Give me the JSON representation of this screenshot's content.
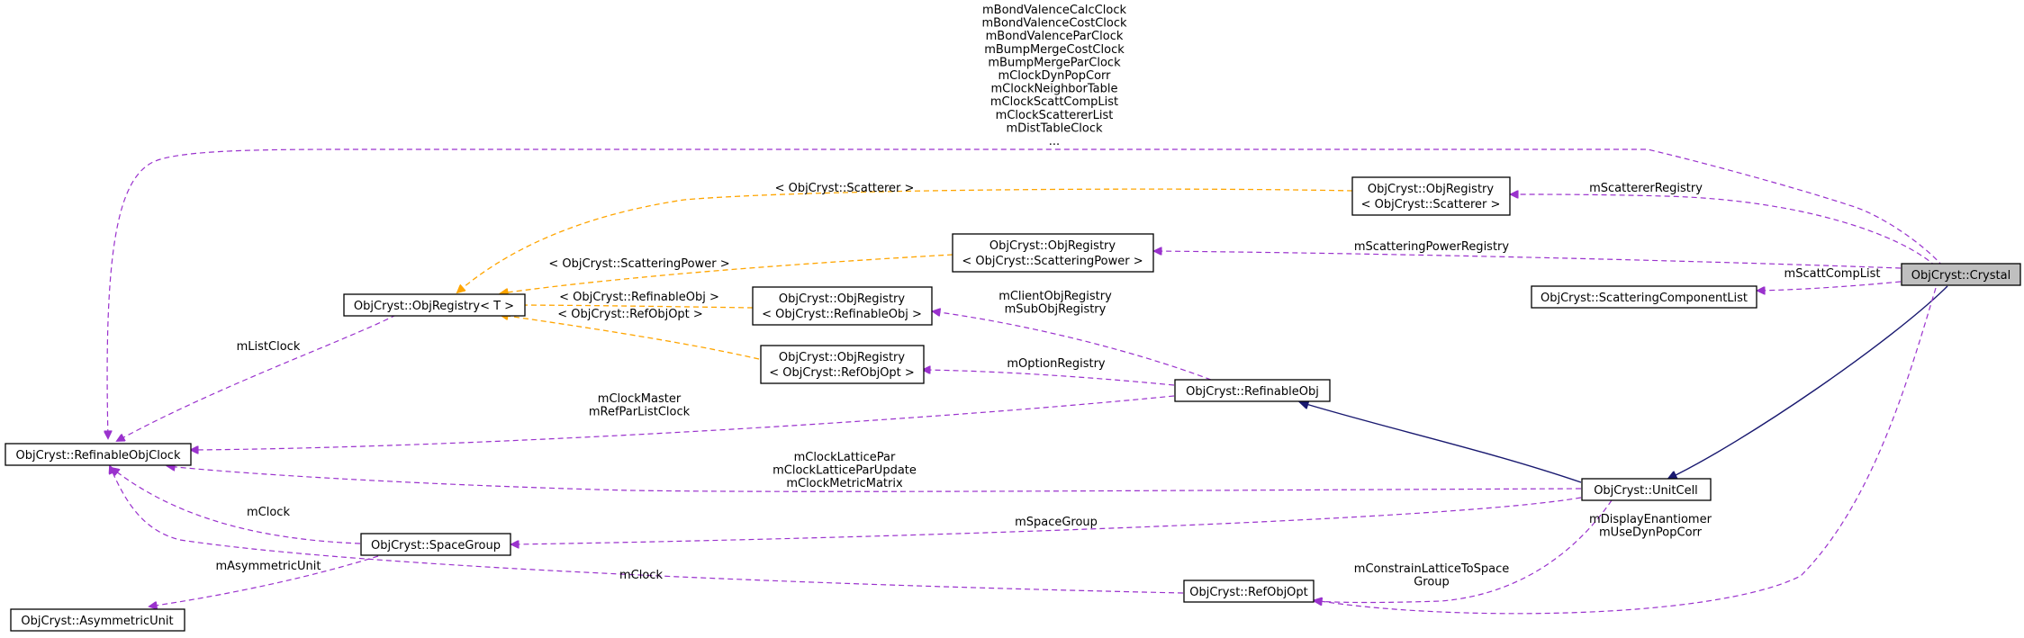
{
  "colors": {
    "usage_edge": "#9a32cd",
    "template_edge": "#ffa500",
    "inheritance_edge": "#191970",
    "focus_fill": "#bfbfbf"
  },
  "nodes": {
    "crystal": [
      "ObjCryst::Crystal"
    ],
    "scatterer_registry": [
      "ObjCryst::ObjRegistry",
      "< ObjCryst::Scatterer >"
    ],
    "scattpow_registry": [
      "ObjCryst::ObjRegistry",
      "< ObjCryst::ScatteringPower >"
    ],
    "scattcomp_list": [
      "ObjCryst::ScatteringComponentList"
    ],
    "objregistry_t": [
      "ObjCryst::ObjRegistry< T >"
    ],
    "refobj_registry": [
      "ObjCryst::ObjRegistry",
      "< ObjCryst::RefinableObj >"
    ],
    "refobjopt_registry": [
      "ObjCryst::ObjRegistry",
      "< ObjCryst::RefObjOpt >"
    ],
    "refinable_obj": [
      "ObjCryst::RefinableObj"
    ],
    "refinable_obj_clock": [
      "ObjCryst::RefinableObjClock"
    ],
    "unit_cell": [
      "ObjCryst::UnitCell"
    ],
    "space_group": [
      "ObjCryst::SpaceGroup"
    ],
    "ref_obj_opt": [
      "ObjCryst::RefObjOpt"
    ],
    "asymmetric_unit": [
      "ObjCryst::AsymmetricUnit"
    ]
  },
  "edge_labels": {
    "crystal_clocks": [
      "mBondValenceCalcClock",
      "mBondValenceCostClock",
      "mBondValenceParClock",
      "mBumpMergeCostClock",
      "mBumpMergeParClock",
      "mClockDynPopCorr",
      "mClockNeighborTable",
      "mClockScattCompList",
      "mClockScattererList",
      "mDistTableClock",
      "..."
    ],
    "scatterer_registry": [
      "mScattererRegistry"
    ],
    "scattpow_registry": [
      "mScatteringPowerRegistry"
    ],
    "scattcomp_list": [
      "mScattCompList"
    ],
    "tpl_scatterer": [
      "< ObjCryst::Scatterer >"
    ],
    "tpl_scattpow": [
      "< ObjCryst::ScatteringPower >"
    ],
    "tpl_refobj": [
      "< ObjCryst::RefinableObj >"
    ],
    "tpl_refobjopt": [
      "< ObjCryst::RefObjOpt >"
    ],
    "list_clock": [
      "mListClock"
    ],
    "client_obj": [
      "mClientObjRegistry",
      "mSubObjRegistry"
    ],
    "option_registry": [
      "mOptionRegistry"
    ],
    "clock_master": [
      "mClockMaster",
      "mRefParListClock"
    ],
    "unitcell_clocks": [
      "mClockLatticePar",
      "mClockLatticeParUpdate",
      "mClockMetricMatrix"
    ],
    "space_group": [
      "mSpaceGroup"
    ],
    "sg_clock": [
      "mClock"
    ],
    "asym_unit": [
      "mAsymmetricUnit"
    ],
    "refobjopt_clock": [
      "mClock"
    ],
    "constrain_lattice": [
      "mConstrainLatticeToSpace",
      "Group"
    ],
    "display_enantiomer": [
      "mDisplayEnantiomer",
      "mUseDynPopCorr"
    ]
  }
}
